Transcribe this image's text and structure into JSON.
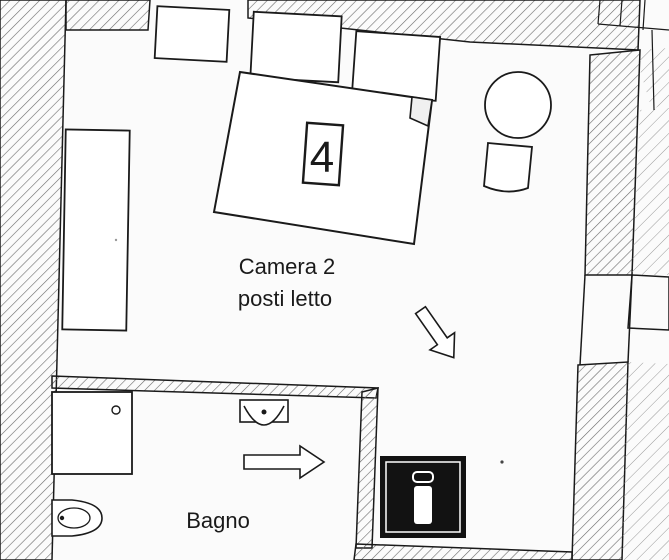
{
  "rooms": {
    "bedroom": {
      "name_line1": "Camera 2",
      "name_line2": "posti letto"
    },
    "bathroom": {
      "name": "Bagno"
    }
  },
  "room_number": "4",
  "icons": {
    "info": "info-icon"
  },
  "colors": {
    "wall_line": "#1a1a1a",
    "hatch": "#6a6a6a",
    "floor": "#fbfbfb",
    "info_bg": "#121212"
  }
}
